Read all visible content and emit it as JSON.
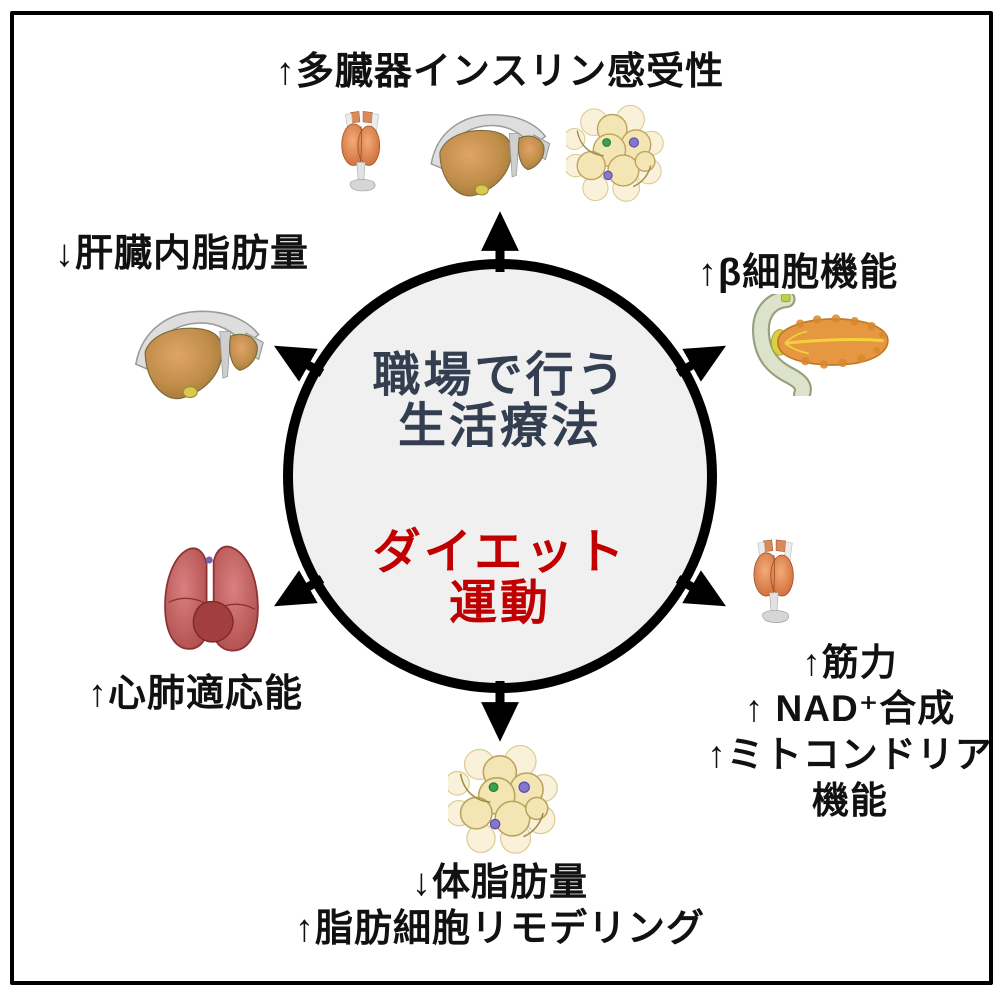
{
  "figure": {
    "title_note": "workplace lifestyle therapy hub diagram",
    "center": {
      "line1": "職場で行う",
      "line2": "生活療法",
      "accent_line1": "ダイエット",
      "accent_line2": "運動"
    },
    "labels": {
      "top": "↑多臓器インスリン感受性",
      "upper_left": "↓肝臓内脂肪量",
      "upper_right": "↑β細胞機能",
      "right": [
        "↑筋力",
        "↑ NAD⁺合成",
        "↑ミトコンドリア",
        "機能"
      ],
      "lower_left": "↑心肺適応能",
      "bottom": [
        "↓体脂肪量",
        "↑脂肪細胞リモデリング"
      ]
    },
    "icons": {
      "top": [
        "calf-muscle",
        "liver",
        "adipocyte-cluster"
      ],
      "upper_left": "liver",
      "upper_right": "pancreas-duodenum",
      "right": "calf-muscle",
      "lower_left": "lungs-heart",
      "bottom": "adipocyte-cluster"
    },
    "colors": {
      "center_title": "#333F50",
      "center_accent": "#C00000",
      "circle_fill": "#F0F0F0",
      "circle_border": "#000000",
      "arrow": "#000000"
    }
  }
}
